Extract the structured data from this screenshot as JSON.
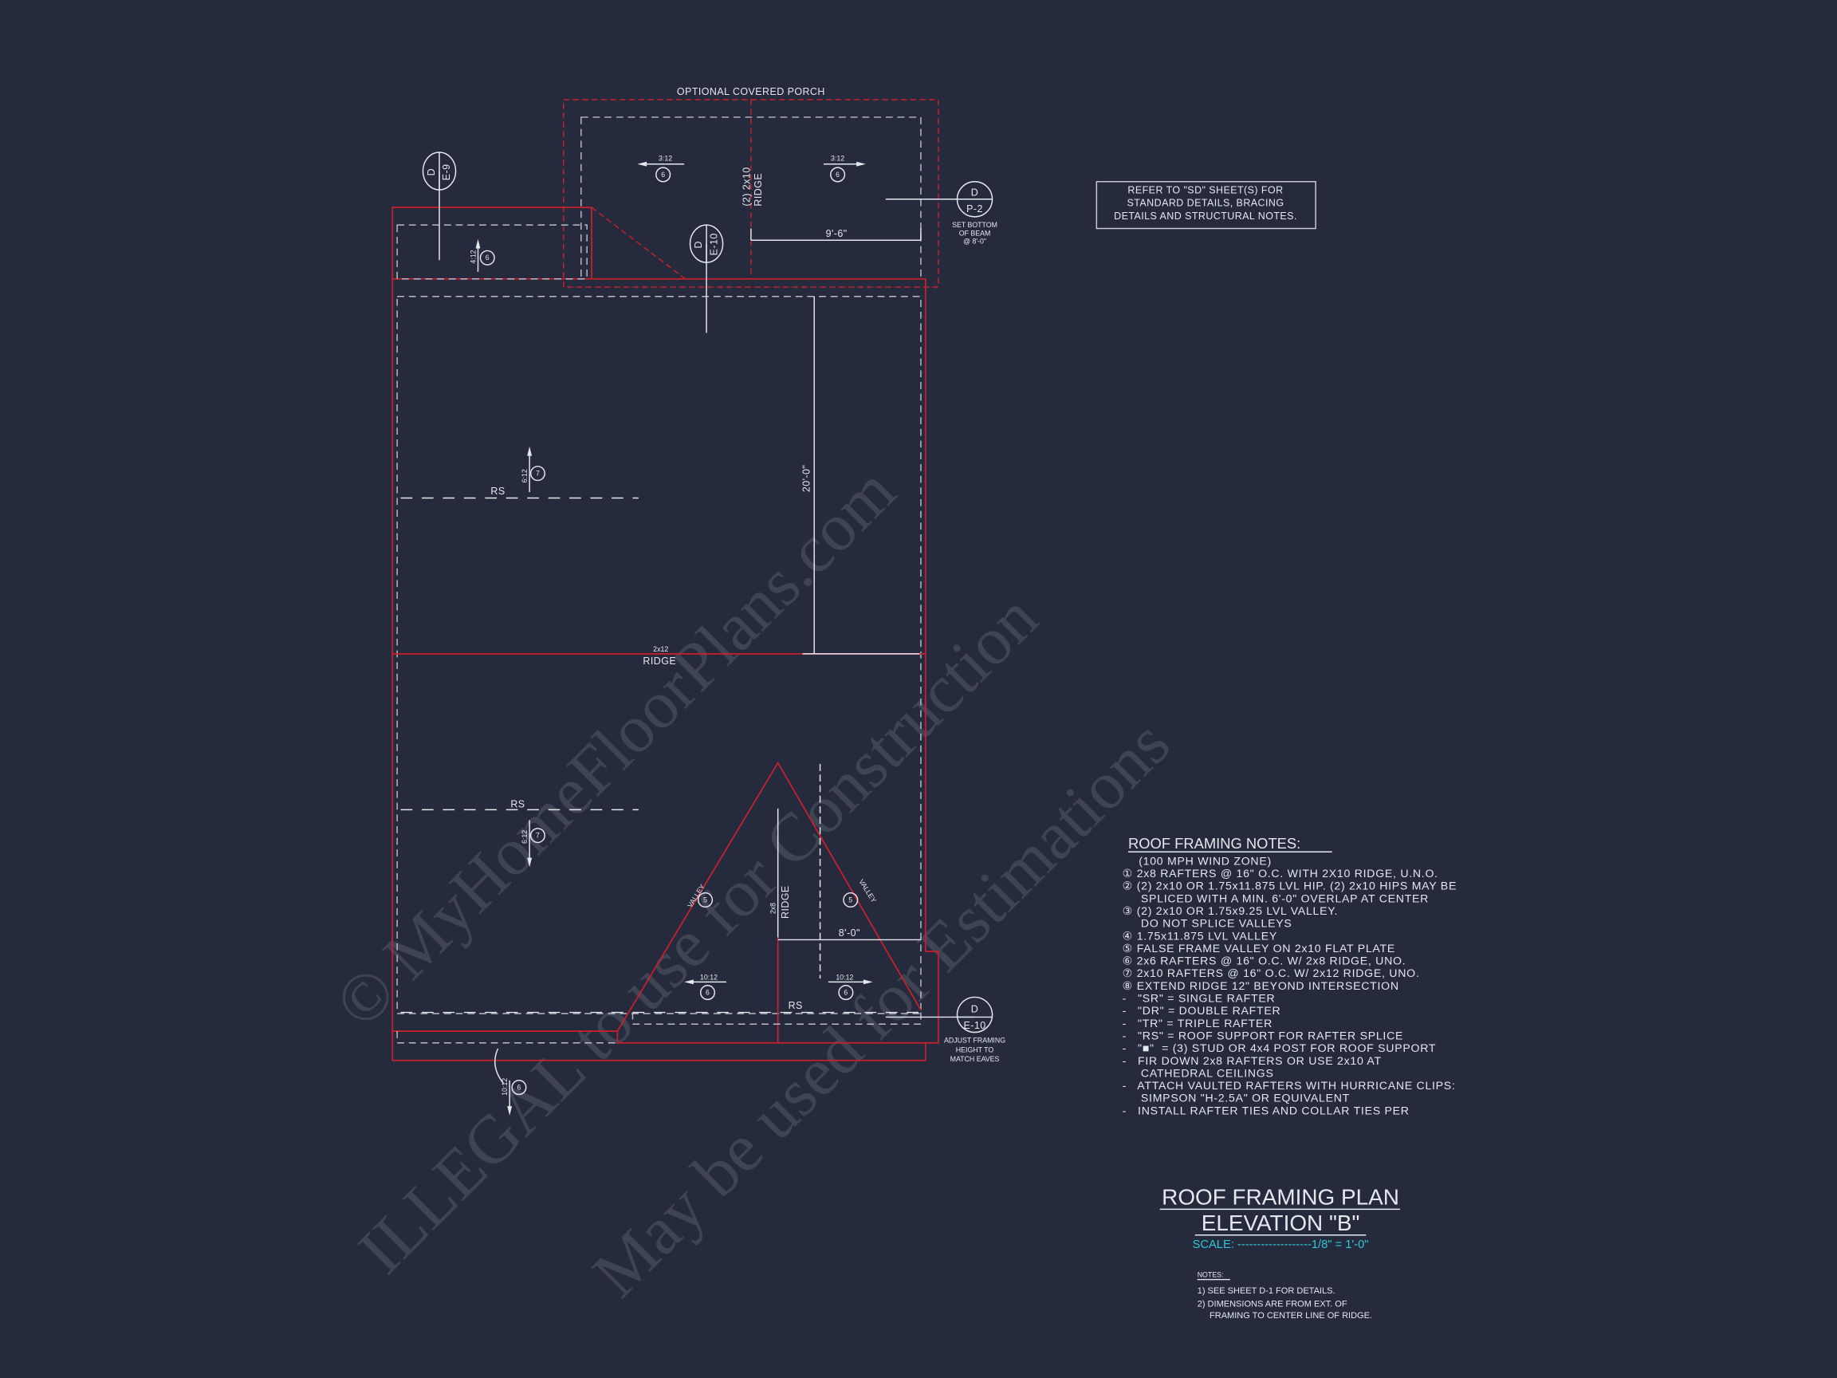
{
  "watermark": [
    "© MyHomeFloorPlans.com",
    "ILLEGAL to use for Construction",
    "May be used for Estimations"
  ],
  "plan": {
    "porch_label": "OPTIONAL COVERED PORCH",
    "porch_ridge_1": "(2) 2x10",
    "porch_ridge_2": "RIDGE",
    "slope_3_12": "3:12",
    "slope_4_12": "4:12",
    "slope_6_12": "6:12",
    "slope_10_12": "10:12",
    "note_6": "6",
    "note_7": "7",
    "note_5": "5",
    "dim_9_6": "9'-6\"",
    "dim_20_0": "20'-0\"",
    "dim_8_0": "8'-0\"",
    "main_ridge_1": "2x12",
    "main_ridge_2": "RIDGE",
    "gable_ridge_1": "2x8",
    "gable_ridge_2": "RIDGE",
    "rs": "RS",
    "valley": "VALLEY",
    "beam_note": [
      "SET BOTTOM",
      "OF BEAM",
      "@ 8'-0\""
    ],
    "eave_note": [
      "ADJUST FRAMING",
      "HEIGHT TO",
      "MATCH EAVES"
    ],
    "callouts": [
      {
        "top": "D",
        "bottom": "E-9"
      },
      {
        "top": "D",
        "bottom": "E-10"
      },
      {
        "top": "D",
        "bottom": "P-2"
      },
      {
        "top": "D",
        "bottom": "E-10"
      }
    ]
  },
  "refer_box": [
    "REFER TO \"SD\"  SHEET(S) FOR",
    "STANDARD DETAILS, BRACING",
    "DETAILS AND STRUCTURAL NOTES."
  ],
  "roof_notes": {
    "title": "ROOF FRAMING NOTES:",
    "lines": [
      "(100 MPH WIND ZONE)",
      "① 2x8 RAFTERS @ 16\" O.C. WITH 2X10 RIDGE, U.N.O.",
      "② (2) 2x10 OR 1.75x11.875 LVL HIP. (2) 2x10 HIPS MAY BE",
      "     SPLICED WITH A MIN. 6'-0\" OVERLAP AT CENTER",
      "③ (2) 2x10 OR 1.75x9.25 LVL VALLEY.",
      "     DO NOT SPLICE VALLEYS",
      "④ 1.75x11.875 LVL VALLEY",
      "⑤ FALSE FRAME VALLEY ON 2x10 FLAT PLATE",
      "⑥ 2x6 RAFTERS @ 16\" O.C. W/ 2x8 RIDGE, UNO.",
      "⑦ 2x10 RAFTERS @ 16\" O.C. W/ 2x12 RIDGE, UNO.",
      "⑧ EXTEND RIDGE 12\" BEYOND INTERSECTION",
      "-   \"SR\" = SINGLE RAFTER",
      "-   \"DR\" = DOUBLE RAFTER",
      "-   \"TR\" = TRIPLE RAFTER",
      "-   \"RS\" = ROOF SUPPORT FOR RAFTER SPLICE",
      "-   \"■\"  = (3) STUD OR 4x4 POST FOR ROOF SUPPORT",
      "-   FIR DOWN 2x8 RAFTERS OR USE 2x10 AT",
      "     CATHEDRAL CEILINGS",
      "-   ATTACH VAULTED RAFTERS WITH HURRICANE CLIPS:",
      "     SIMPSON \"H-2.5A\" OR EQUIVALENT",
      "-   INSTALL RAFTER TIES AND COLLAR TIES PER"
    ]
  },
  "title_block": {
    "title": "ROOF FRAMING PLAN",
    "subtitle": "ELEVATION \"B\"",
    "scale": "SCALE: -------------------1/8\" = 1'-0\"",
    "notes_heading": "NOTES:",
    "notes": [
      "1)  SEE SHEET D-1 FOR DETAILS.",
      "2)  DIMENSIONS ARE FROM EXT. OF",
      "     FRAMING TO CENTER LINE OF RIDGE."
    ]
  },
  "colors": {
    "background": "#252a3c",
    "framing": "#c8202c",
    "scale_text": "#2ec8d8"
  }
}
